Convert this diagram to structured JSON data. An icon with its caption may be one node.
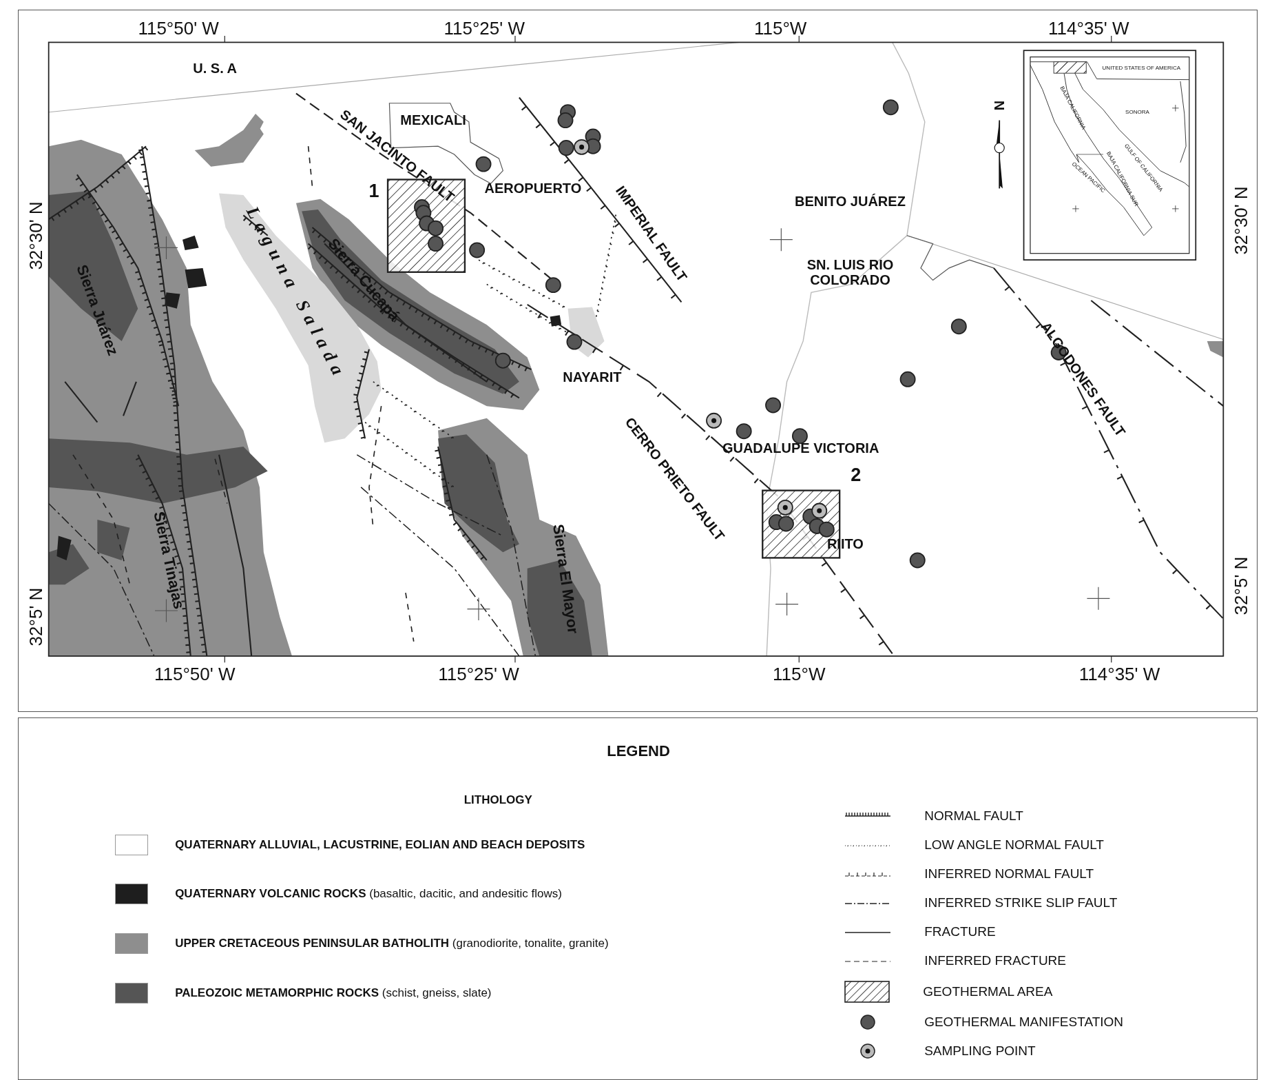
{
  "diagram": {
    "labels": [
      "115°50' W",
      "115°25' W",
      "115°W",
      "114°35' W",
      "U. S. A",
      "SAN JACINTO FAULT",
      "MEXICALI",
      "1",
      "AEROPUERTO",
      "IMPERIAL FAULT",
      "N",
      "UNITED STATES OF AMERICA",
      "BAJA CALIFORNIA",
      "SONORA",
      "GULF OF CALIFORNIA",
      "BAJA CALIFORNIA SUR",
      "OCEAN PACIFIC",
      "BENITO JUÁREZ",
      "32°30' N",
      "32°30' N",
      "Sierra Juárez",
      "Laguna Salada",
      "Sierra Cucapá",
      "SN. LUIS RIO COLORADO",
      "ALGODONES FAULT",
      "NAYARIT",
      "CERRO PRIETO FAULT",
      "GUADALUPE VICTORIA",
      "2",
      "RIITO",
      "Sierra Tinajas",
      "Sierra El Mayor",
      "32°5' N",
      "32°5' N",
      "115°50' W",
      "115°25' W",
      "115°W",
      "114°35' W",
      "LEGEND",
      "LITHOLOGY"
    ],
    "legend": [
      {
        "text": "**QUATERNARY ALLUVIAL, LACUSTRINE, EOLIAN AND BEACH DEPOSITS**",
        "color": "#ffffff"
      },
      {
        "text": "**QUATERNARY VOLCANIC ROCKS** (basaltic, dacitic, and andesitic flows)",
        "color": "#1e1e1e"
      },
      {
        "text": "**UPPER CRETACEOUS PENINSULAR BATHOLITH** (granodiorite, tonalite, granite)",
        "color": "#8e8e8e"
      },
      {
        "text": "**PALEOZOIC METAMORPHIC ROCKS** (schist, gneiss, slate)",
        "color": "#555555"
      },
      {
        "text": "NORMAL FAULT"
      },
      {
        "text": "LOW ANGLE NORMAL FAULT"
      },
      {
        "text": "INFERRED NORMAL FAULT"
      },
      {
        "text": "INFERRED STRIKE SLIP FAULT"
      },
      {
        "text": "FRACTURE"
      },
      {
        "text": "INFERRED FRACTURE"
      },
      {
        "text": "GEOTHERMAL AREA"
      },
      {
        "text": "GEOTHERMAL MANIFESTATION"
      },
      {
        "text": "SAMPLING POINT"
      }
    ]
  }
}
